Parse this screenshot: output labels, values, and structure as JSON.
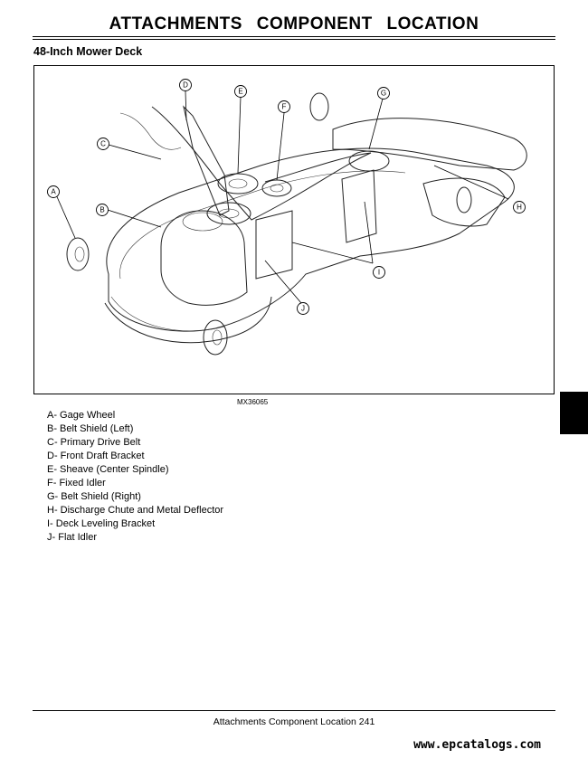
{
  "page": {
    "title": "ATTACHMENTS   COMPONENT LOCATION",
    "section_title": "48-Inch Mower Deck",
    "figure_id": "MX36065",
    "footer": "Attachments   Component Location   241",
    "watermark": "www.epcatalogs.com"
  },
  "callouts": [
    "A",
    "B",
    "C",
    "D",
    "E",
    "F",
    "G",
    "H",
    "I",
    "J"
  ],
  "legend": [
    "A- Gage Wheel",
    "B- Belt Shield (Left)",
    "C- Primary Drive Belt",
    "D- Front Draft Bracket",
    "E- Sheave (Center Spindle)",
    "F- Fixed Idler",
    "G- Belt Shield (Right)",
    "H- Discharge Chute and Metal Deflector",
    "I- Deck Leveling Bracket",
    "J- Flat Idler"
  ]
}
